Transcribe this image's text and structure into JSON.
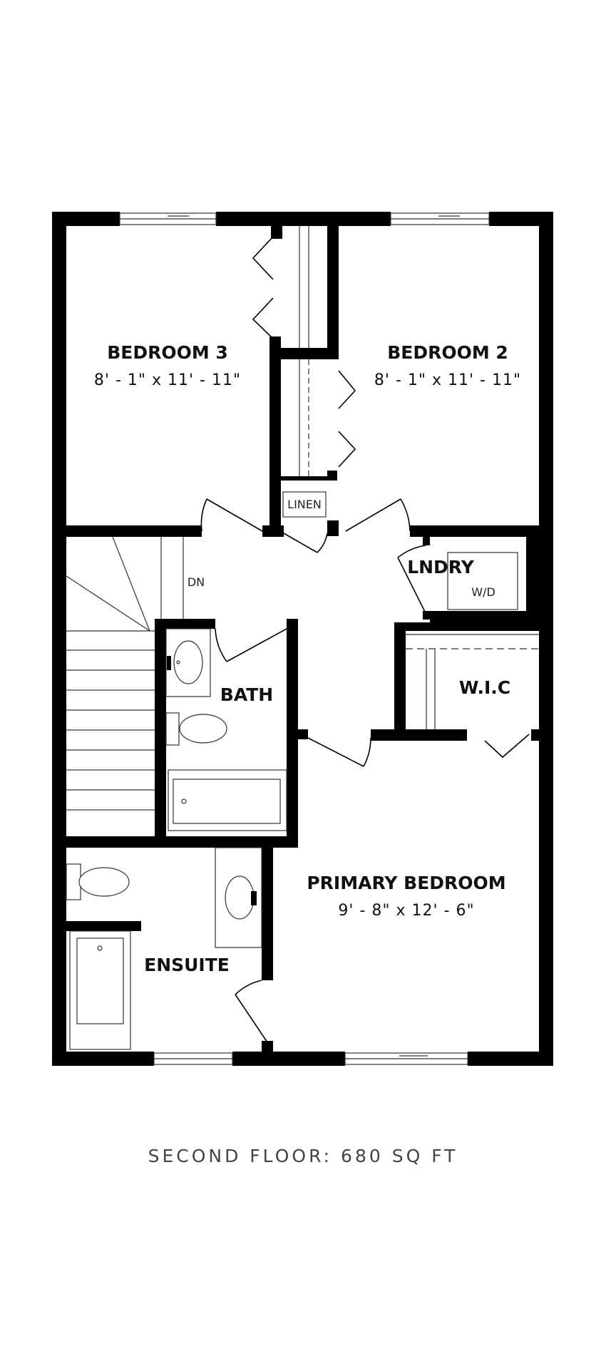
{
  "rooms": {
    "bedroom3": {
      "name": "BEDROOM 3",
      "dims": "8' - 1\" x 11' - 11\""
    },
    "bedroom2": {
      "name": "BEDROOM 2",
      "dims": "8' - 1\" x 11' - 11\""
    },
    "linen": {
      "name": "LINEN"
    },
    "lndry": {
      "name": "LNDRY"
    },
    "wd": {
      "name": "W/D"
    },
    "dn": {
      "name": "DN"
    },
    "bath": {
      "name": "BATH"
    },
    "wic": {
      "name": "W.I.C"
    },
    "primary": {
      "name": "PRIMARY BEDROOM",
      "dims": "9' - 8\" x 12' - 6\""
    },
    "ensuite": {
      "name": "ENSUITE"
    }
  },
  "caption": "SECOND FLOOR: 680 SQ FT"
}
